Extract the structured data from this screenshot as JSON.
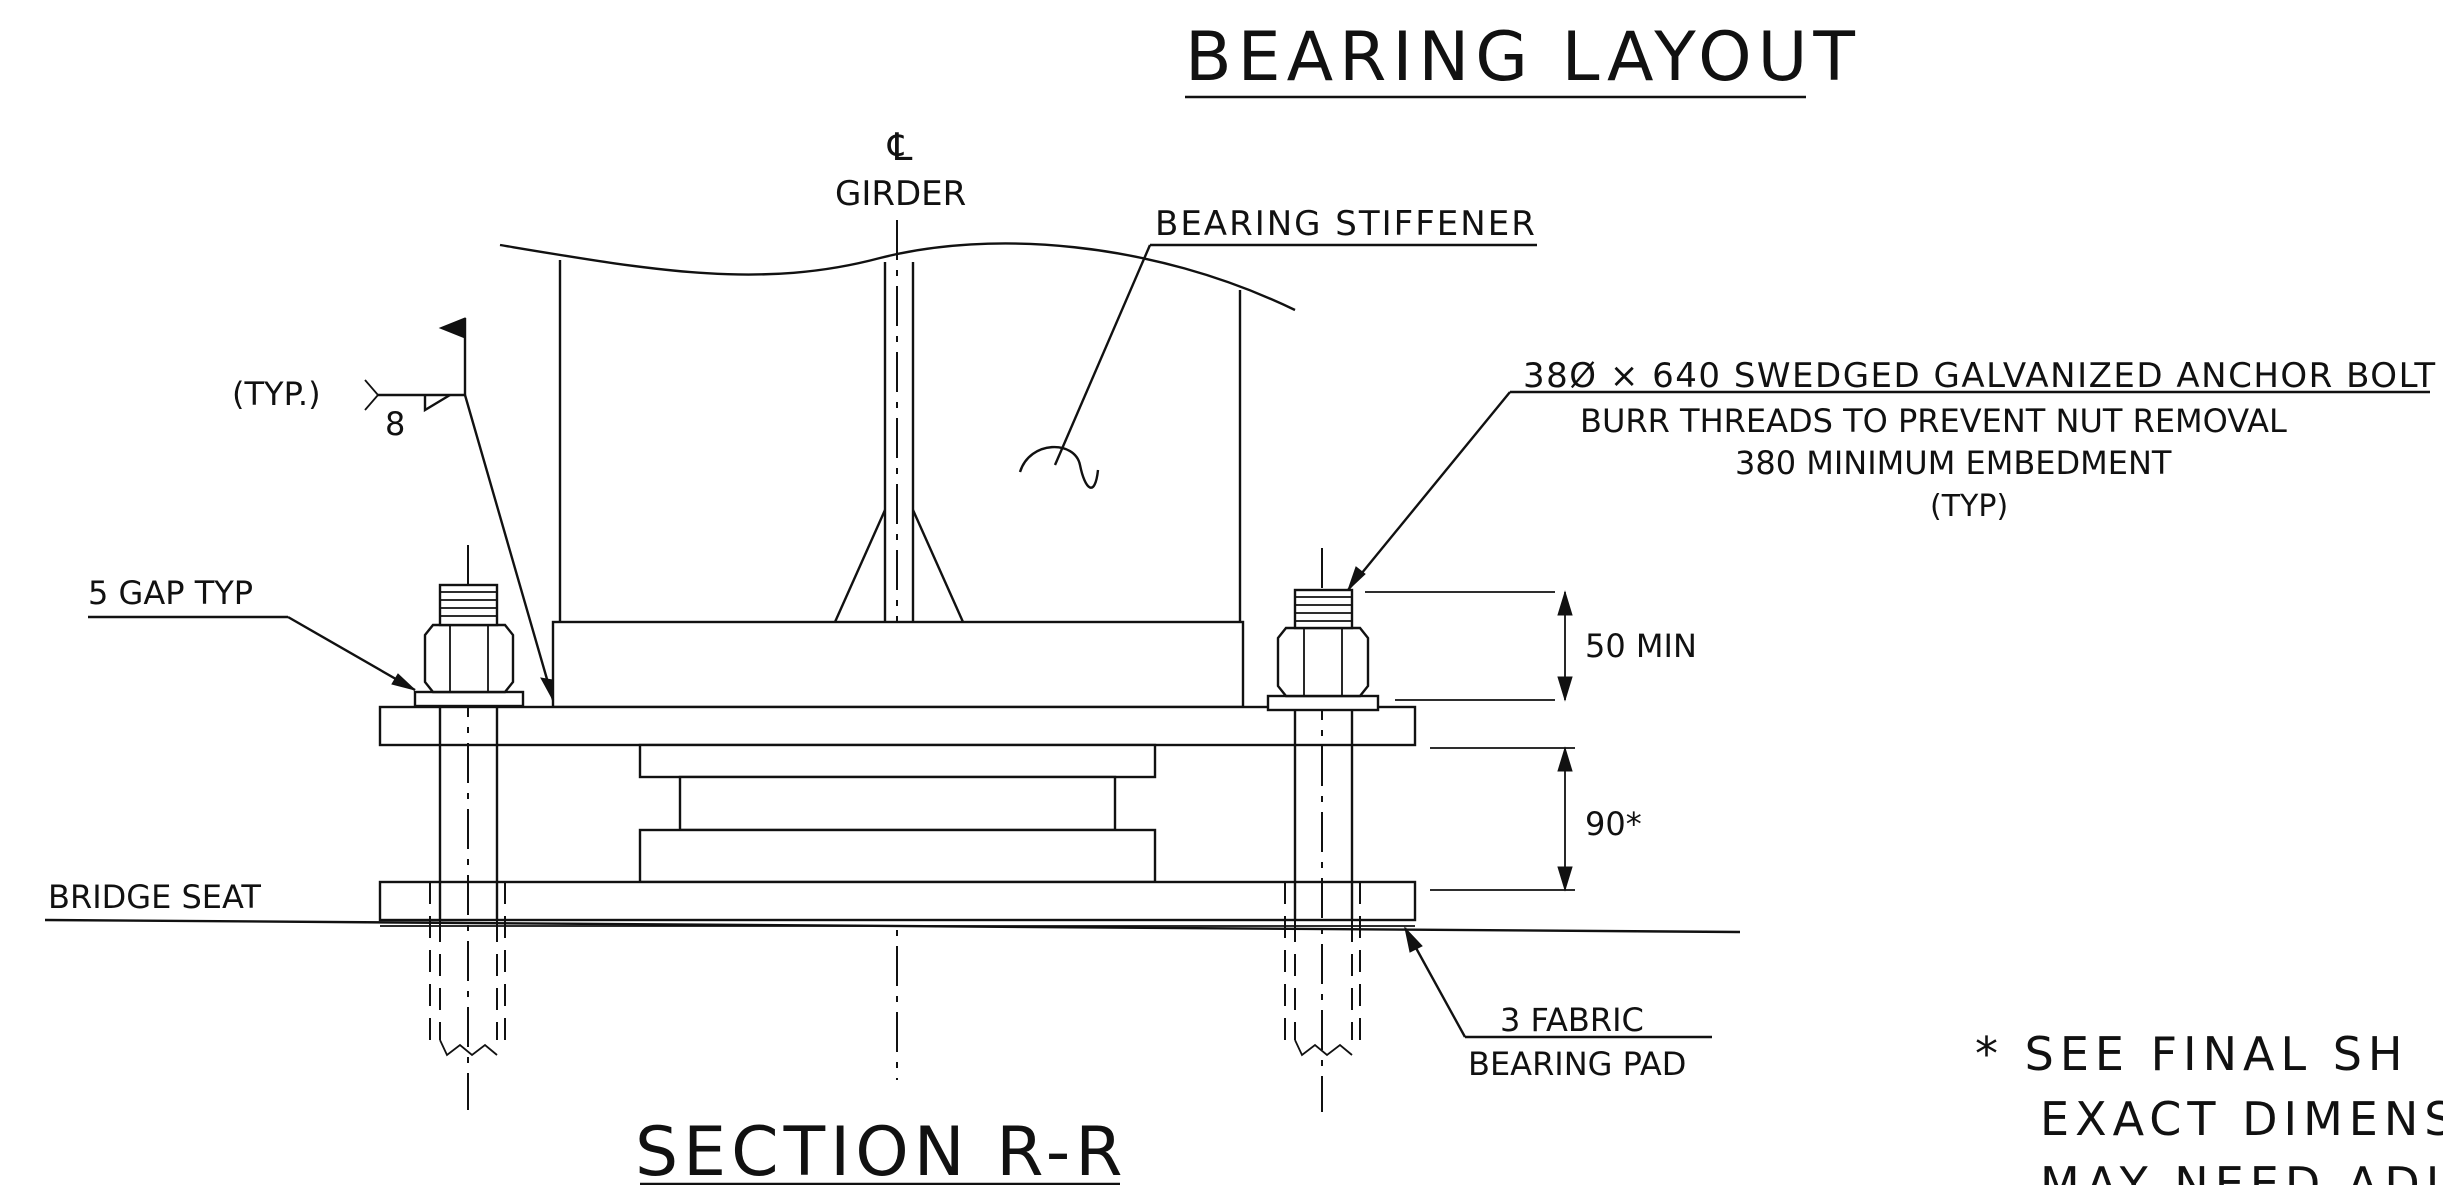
{
  "title": "BEARING LAYOUT",
  "section_title": "SECTION R-R",
  "centerline": {
    "symbol": "℄",
    "label": "GIRDER"
  },
  "labels": {
    "bearing_stiffener": "BEARING STIFFENER",
    "weld_typ": "(TYP.)",
    "weld_size": "8",
    "gap": "5 GAP TYP",
    "bridge_seat": "BRIDGE SEAT",
    "pad_line1": "3 FABRIC",
    "pad_line2": "BEARING PAD"
  },
  "anchor_bolt_note": [
    "38Ø × 640 SWEDGED GALVANIZED ANCHOR BOLT",
    "BURR THREADS TO PREVENT NUT REMOVAL",
    "380 MINIMUM EMBEDMENT",
    "(TYP)"
  ],
  "dimensions": {
    "projection": "50 MIN",
    "bearing_height": "90*"
  },
  "footnote": [
    "* SEE FINAL SH",
    "EXACT DIMENS",
    "MAY NEED ADJ"
  ]
}
